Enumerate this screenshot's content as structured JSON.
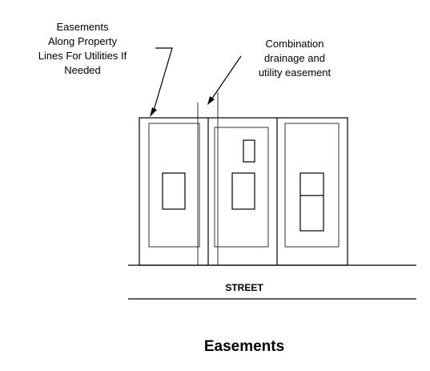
{
  "callouts": {
    "left": {
      "lines": [
        "Easements",
        "Along Property",
        "Lines For Utilities If",
        "Needed"
      ]
    },
    "right": {
      "lines": [
        "Combination",
        "drainage and",
        "utility easement"
      ]
    }
  },
  "street_label": "STREET",
  "caption": "Easements",
  "colors": {
    "ink": "#000000",
    "background": "#ffffff"
  }
}
